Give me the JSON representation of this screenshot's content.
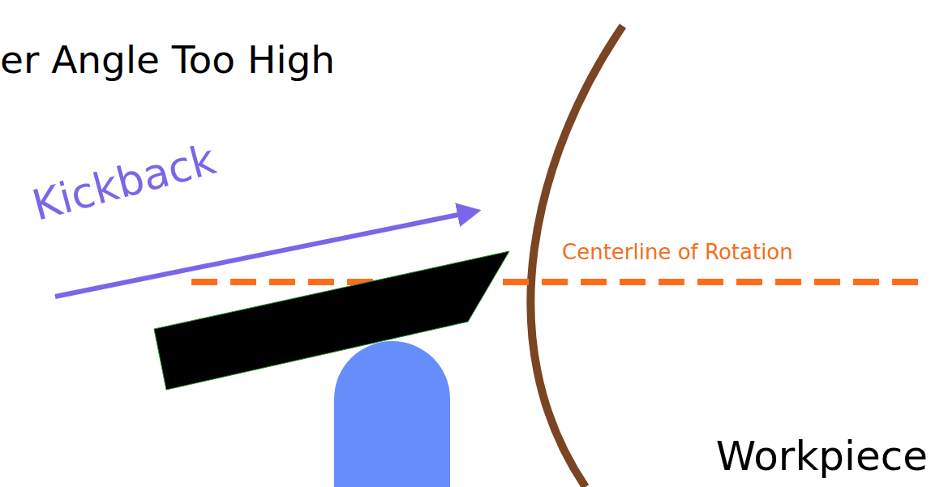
{
  "diagram": {
    "title": "er Angle Too High",
    "labels": [
      "Kickback",
      "Centerline of Rotation",
      "Workpiece"
    ]
  }
}
